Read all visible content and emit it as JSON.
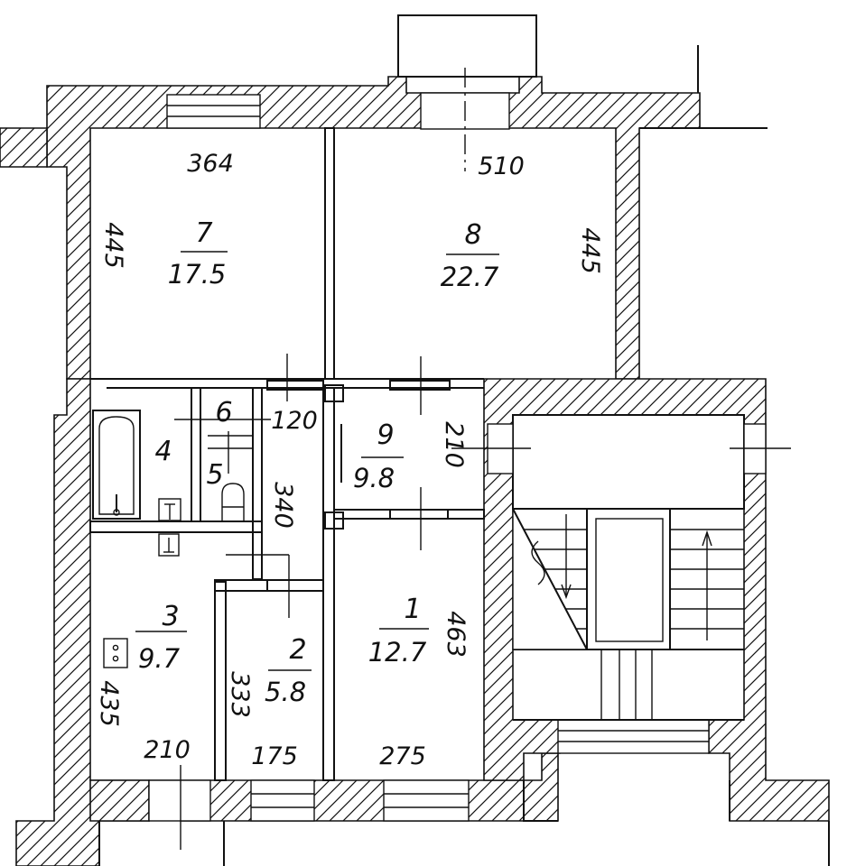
{
  "rooms": {
    "r1": {
      "number": "1",
      "area": "12.7"
    },
    "r2": {
      "number": "2",
      "area": "5.8"
    },
    "r3": {
      "number": "3",
      "area": "9.7"
    },
    "r4": {
      "number": "4"
    },
    "r5": {
      "number": "5"
    },
    "r6": {
      "number": "6"
    },
    "r7": {
      "number": "7",
      "area": "17.5"
    },
    "r8": {
      "number": "8",
      "area": "22.7"
    },
    "r9": {
      "number": "9",
      "area": "9.8"
    }
  },
  "dimensions": {
    "r7_width": "364",
    "r7_depth": "445",
    "r8_width": "510",
    "r8_depth": "445",
    "r6_width": "120",
    "corridor_length": "340",
    "r9_depth": "210",
    "r1_depth": "463",
    "r3_depth": "435",
    "r2_depth": "333",
    "r3_width": "210",
    "r2_width": "175",
    "r1_width": "275"
  },
  "colors": {
    "line": "#111111",
    "background": "#ffffff"
  }
}
